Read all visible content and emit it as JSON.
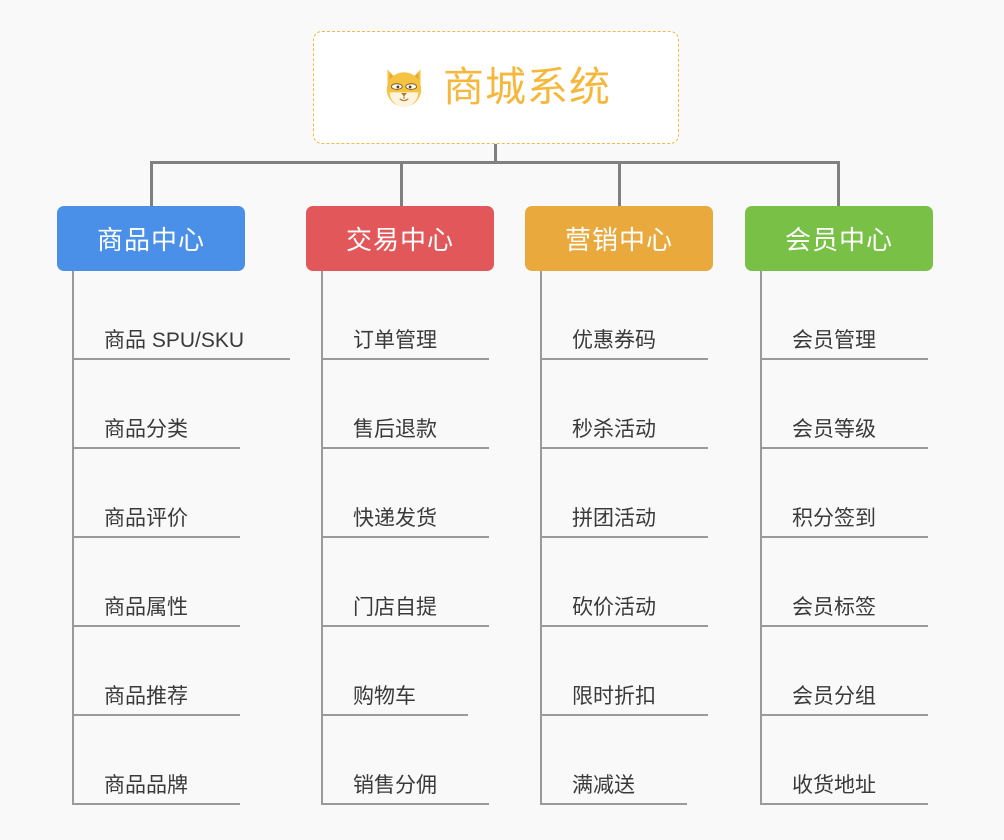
{
  "diagram": {
    "type": "org-tree",
    "background_color": "#f9f9fa",
    "root": {
      "title": "商城系统",
      "icon": "shiba-dog-face-emoji",
      "text_color": "#f5b83d",
      "border_color": "#f0b94a",
      "border_style": "dashed"
    },
    "connector_color": "#808080",
    "rule_color": "#9a9a9a",
    "categories": [
      {
        "label": "商品中心",
        "color": "#4a90e8",
        "items": [
          "商品 SPU/SKU",
          "商品分类",
          "商品评价",
          "商品属性",
          "商品推荐",
          "商品品牌"
        ]
      },
      {
        "label": "交易中心",
        "color": "#e2585a",
        "items": [
          "订单管理",
          "售后退款",
          "快递发货",
          "门店自提",
          "购物车",
          "销售分佣"
        ]
      },
      {
        "label": "营销中心",
        "color": "#eaa93c",
        "items": [
          "优惠券码",
          "秒杀活动",
          "拼团活动",
          "砍价活动",
          "限时折扣",
          "满减送"
        ]
      },
      {
        "label": "会员中心",
        "color": "#79c146",
        "items": [
          "会员管理",
          "会员等级",
          "积分签到",
          "会员标签",
          "会员分组",
          "收货地址"
        ]
      }
    ]
  }
}
